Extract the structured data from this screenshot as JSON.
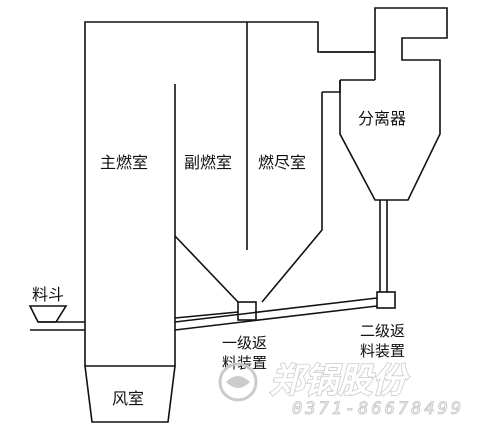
{
  "labels": {
    "main_chamber": "主燃室",
    "secondary_chamber": "副燃室",
    "burnout_chamber": "燃尽室",
    "separator": "分离器",
    "hopper": "料斗",
    "wind_chamber": "风室",
    "primary_return_line1": "一级返",
    "primary_return_line2": "料装置",
    "secondary_return_line1": "二级返",
    "secondary_return_line2": "料装置"
  },
  "watermark": {
    "brand": "郑锅股份",
    "phone": "0371-86678499"
  },
  "colors": {
    "stroke": "#111111",
    "watermark": "#c9c9c9",
    "background": "#ffffff"
  }
}
